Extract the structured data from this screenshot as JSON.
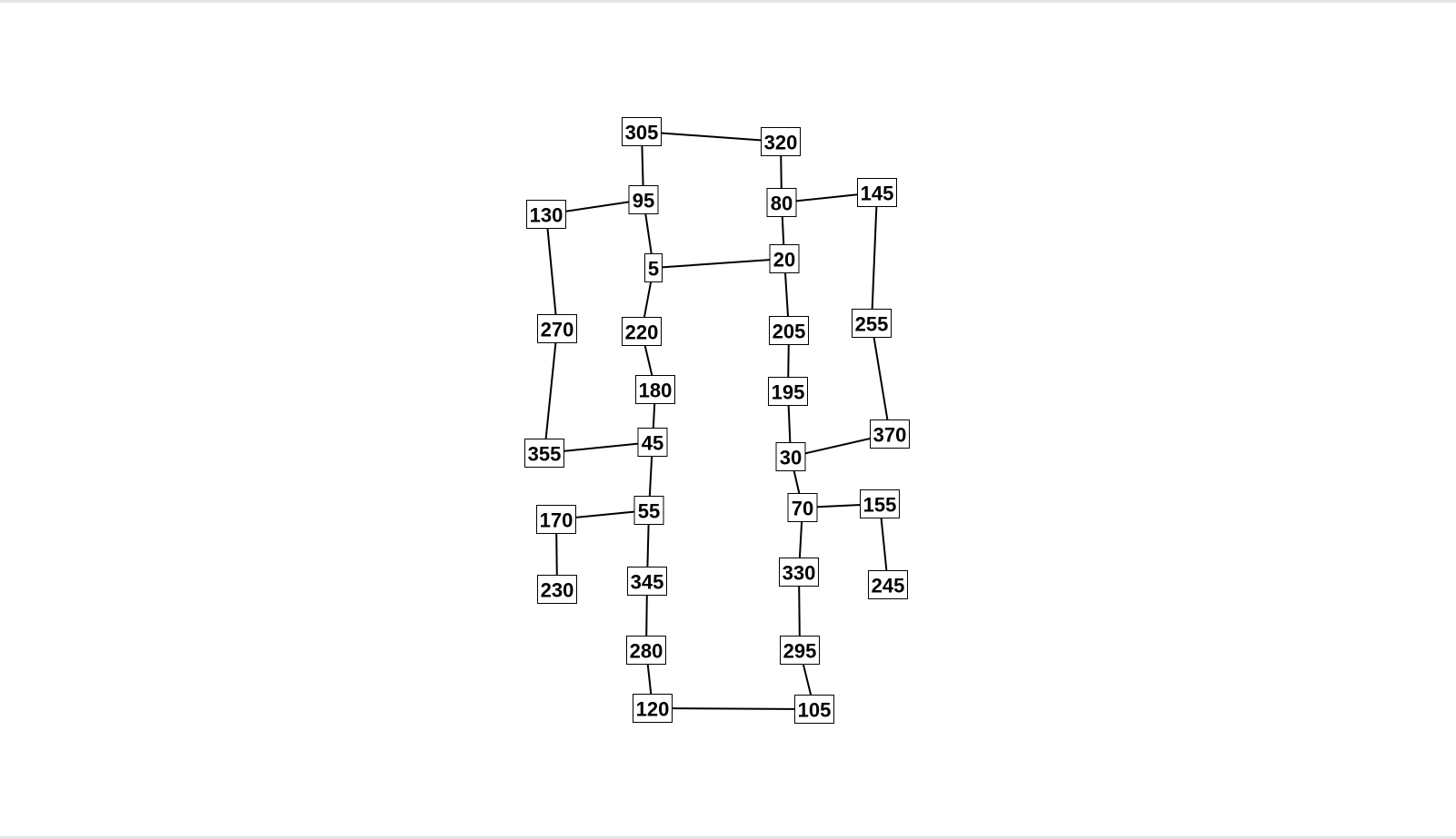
{
  "diagram": {
    "type": "graph",
    "nodes": [
      "305",
      "320",
      "95",
      "130",
      "80",
      "145",
      "5",
      "20",
      "270",
      "220",
      "205",
      "255",
      "180",
      "195",
      "45",
      "355",
      "370",
      "30",
      "55",
      "170",
      "70",
      "155",
      "345",
      "330",
      "230",
      "245",
      "280",
      "295",
      "120",
      "105"
    ],
    "edges": [
      [
        "305",
        "320"
      ],
      [
        "305",
        "95"
      ],
      [
        "320",
        "80"
      ],
      [
        "95",
        "130"
      ],
      [
        "95",
        "5"
      ],
      [
        "80",
        "145"
      ],
      [
        "80",
        "20"
      ],
      [
        "145",
        "255"
      ],
      [
        "5",
        "20"
      ],
      [
        "5",
        "220"
      ],
      [
        "20",
        "205"
      ],
      [
        "130",
        "270"
      ],
      [
        "270",
        "355"
      ],
      [
        "220",
        "180"
      ],
      [
        "205",
        "195"
      ],
      [
        "255",
        "370"
      ],
      [
        "180",
        "45"
      ],
      [
        "195",
        "30"
      ],
      [
        "45",
        "355"
      ],
      [
        "45",
        "55"
      ],
      [
        "30",
        "370"
      ],
      [
        "30",
        "70"
      ],
      [
        "55",
        "170"
      ],
      [
        "55",
        "345"
      ],
      [
        "170",
        "230"
      ],
      [
        "70",
        "155"
      ],
      [
        "70",
        "330"
      ],
      [
        "155",
        "245"
      ],
      [
        "345",
        "280"
      ],
      [
        "330",
        "295"
      ],
      [
        "280",
        "120"
      ],
      [
        "295",
        "105"
      ],
      [
        "120",
        "105"
      ]
    ]
  }
}
